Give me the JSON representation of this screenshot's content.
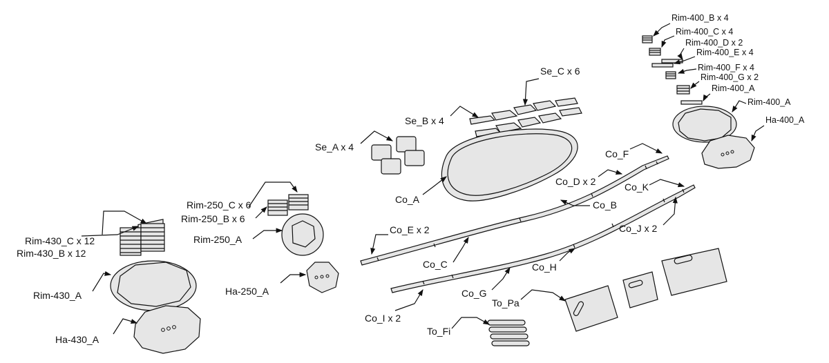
{
  "labels": {
    "rim430c": "Rim-430_C x 12",
    "rim430b": "Rim-430_B x 12",
    "rim430a": "Rim-430_A",
    "ha430a": "Ha-430_A",
    "rim250c": "Rim-250_C x 6",
    "rim250b": "Rim-250_B x 6",
    "rim250a": "Rim-250_A",
    "ha250a": "Ha-250_A",
    "sea": "Se_A x 4",
    "seb": "Se_B x 4",
    "sec": "Se_C x 6",
    "coa": "Co_A",
    "cob": "Co_B",
    "coc": "Co_C",
    "cod": "Co_D x 2",
    "coe": "Co_E x 2",
    "cof": "Co_F",
    "cog": "Co_G",
    "coh": "Co_H",
    "coi": "Co_I x 2",
    "coj": "Co_J x 2",
    "cok": "Co_K",
    "tofi": "To_Fi",
    "topa": "To_Pa",
    "rim400b": "Rim-400_B x 4",
    "rim400c": "Rim-400_C x 4",
    "rim400d": "Rim-400_D x 2",
    "rim400e": "Rim-400_E x 4",
    "rim400f": "Rim-400_F x 4",
    "rim400g": "Rim-400_G x 2",
    "rim400a": "Rim-400_A",
    "ha400a": "Ha-400_A"
  }
}
